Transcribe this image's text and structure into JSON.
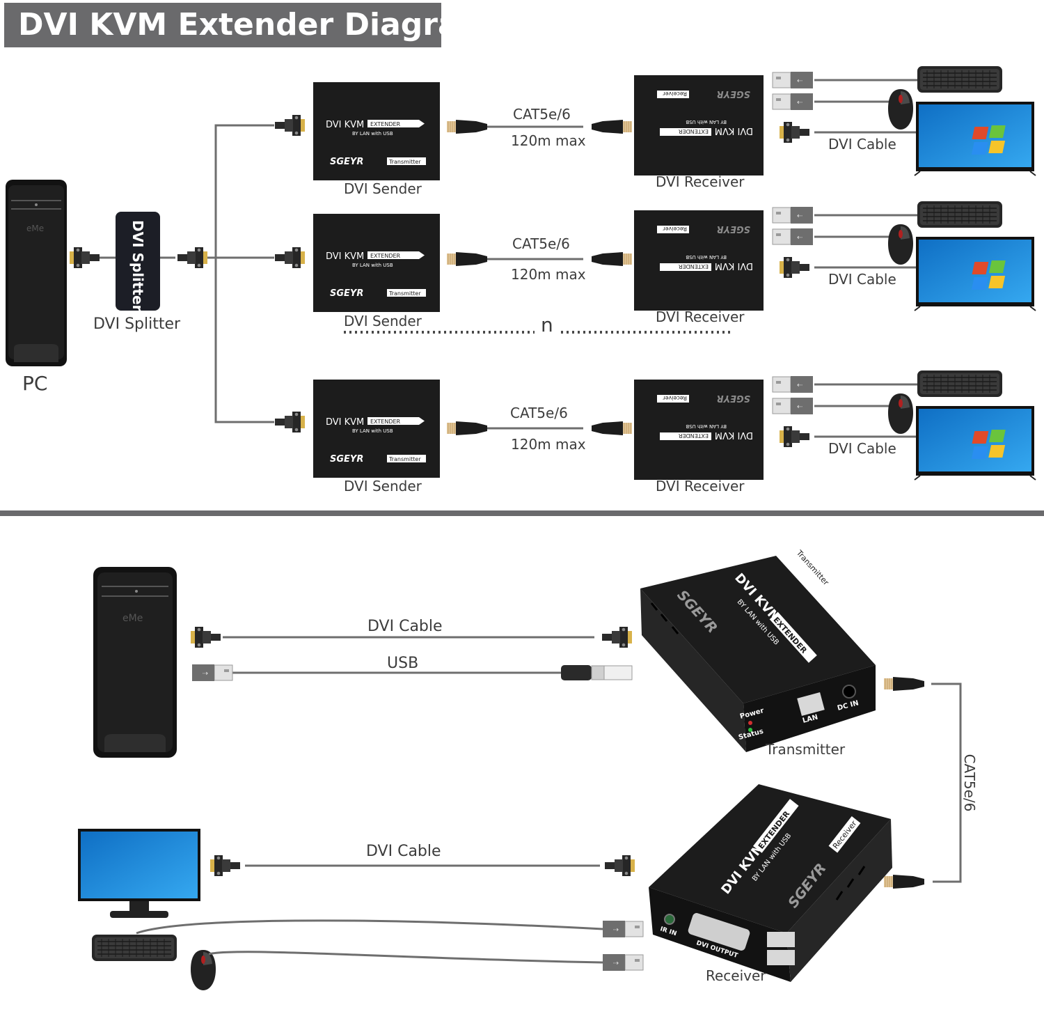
{
  "title": "DVI KVM Extender Diagram",
  "top": {
    "pc_label": "PC",
    "splitter_label": "DVI Splitter",
    "splitter_device_text": "DVI Splitter",
    "n_label": "n",
    "sender_label": "DVI Sender",
    "receiver_label": "DVI Receiver",
    "cable_type": "CAT5e/6",
    "distance": "120m max",
    "monitor_cable": "DVI Cable"
  },
  "device": {
    "brand": "SGEYR",
    "model_dvi": "DVI KVM",
    "model_extender": "EXTENDER",
    "subtitle": "BY LAN with USB",
    "transmitter_tag": "Transmitter",
    "receiver_tag": "Receiver",
    "pc_brand": "eMe"
  },
  "bottom": {
    "dvi_cable_1": "DVI Cable",
    "usb": "USB",
    "dvi_cable_2": "DVI Cable",
    "transmitter_label": "Transmitter",
    "receiver_label": "Receiver",
    "cat_cable": "CAT5e/6",
    "power": "Power",
    "status": "Status",
    "lan": "LAN",
    "dc_in": "DC IN",
    "ir_in": "IR IN",
    "dvi_output": "DVI OUTPUT"
  },
  "colors": {
    "title_bg": "#6a6a6c",
    "device": "#1c1c1c",
    "cable": "#6e6e6e",
    "label": "#3c3c3c",
    "monitor_blue": "#1f8ad8"
  }
}
